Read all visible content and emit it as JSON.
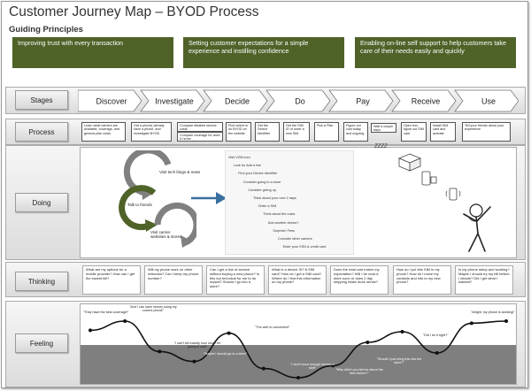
{
  "title": "Customer Journey Map – BYOD Process",
  "guiding_principles": {
    "heading": "Guiding Principles",
    "items": [
      "Improving trust with every transaction",
      "Setting customer expectations for a simple experience and instilling confidence",
      "Enabling on-line self support to help customers take care of their needs easily and quickly"
    ]
  },
  "lanes": {
    "stages": "Stages",
    "process": "Process",
    "doing": "Doing",
    "thinking": "Thinking",
    "feeling": "Feeling"
  },
  "stages": [
    "Discover",
    "Investigate",
    "Decide",
    "Do",
    "Pay",
    "Receive",
    "Use"
  ],
  "process_steps": [
    "Learn what carriers are available, coverage, and general plan costs",
    "Get a phone( already have a phone, and investigate BYOD",
    "Compare detailed service costs",
    "Compare coverage for work & home",
    "Find where to do BYOD on the website",
    "Get the Device Identifier",
    "Get the SIM ID or order a new SIM",
    "Pick a Plan",
    "Figure out cost today and ongoing",
    "Wait a couple days",
    "Open box, figure out SIM card",
    "Install SIM card and activate",
    "Tell your friends about your experience"
  ],
  "doing": {
    "cycle": [
      "Visit tech blogs & news",
      "Talk to friends",
      "Visit carrier websites & stores"
    ],
    "actions": [
      "Visit VZW.com",
      "Look for Add a line",
      "Find your Device Identifier",
      "Consider going to a store",
      "Consider giving up",
      "Think about your next 2 days",
      "Order a SIM",
      "Think about the costs",
      "Add another device?",
      "Surprise! Fees",
      "Consider other carriers",
      "Enter your SSN & credit card"
    ],
    "zzz": "ZZZZ"
  },
  "thinking": [
    "What are my options for a mobile provider? How can I get the lowest bill?",
    "Will my phone work on other networks? Can I keep my phone number?",
    "Can I get a line of service without buying a new phone? Is this too technical for me to do myself? Should I go into a store?",
    "What is a device ID? A SIM card? How do I get a SIM card? Where do I find this information on my phone?",
    "Does the total cost match my expectation? Will I be near a store soon or does 2 day shipping make more sense?",
    "How do I put this SIM in my phone? How do I move my contacts and info to my new phone?",
    "Is my phone setup and working? Maybe I should try my bill before I decide? Did I get what I wanted?"
  ],
  "feeling": {
    "quotes": [
      "\"They have the best coverage!\"",
      "\"And I can save money using my current phone\"",
      "\"I can't tell exactly how much it's going to cost\"",
      "\"Maybe I should go to a store\"",
      "\"The web is convenient\"",
      "\"I don't know enough technical stuff\"",
      "\"Why didn't you tell me about the fees before?\"",
      "\"Should I just bring this into the store?\"",
      "\"Did I do it right?\"",
      "\"Alright, my phone is working!\""
    ],
    "curve_levels": [
      0.72,
      0.85,
      0.42,
      0.28,
      0.68,
      0.18,
      0.05,
      0.22,
      0.55,
      0.7,
      0.4,
      0.82,
      0.85
    ]
  }
}
